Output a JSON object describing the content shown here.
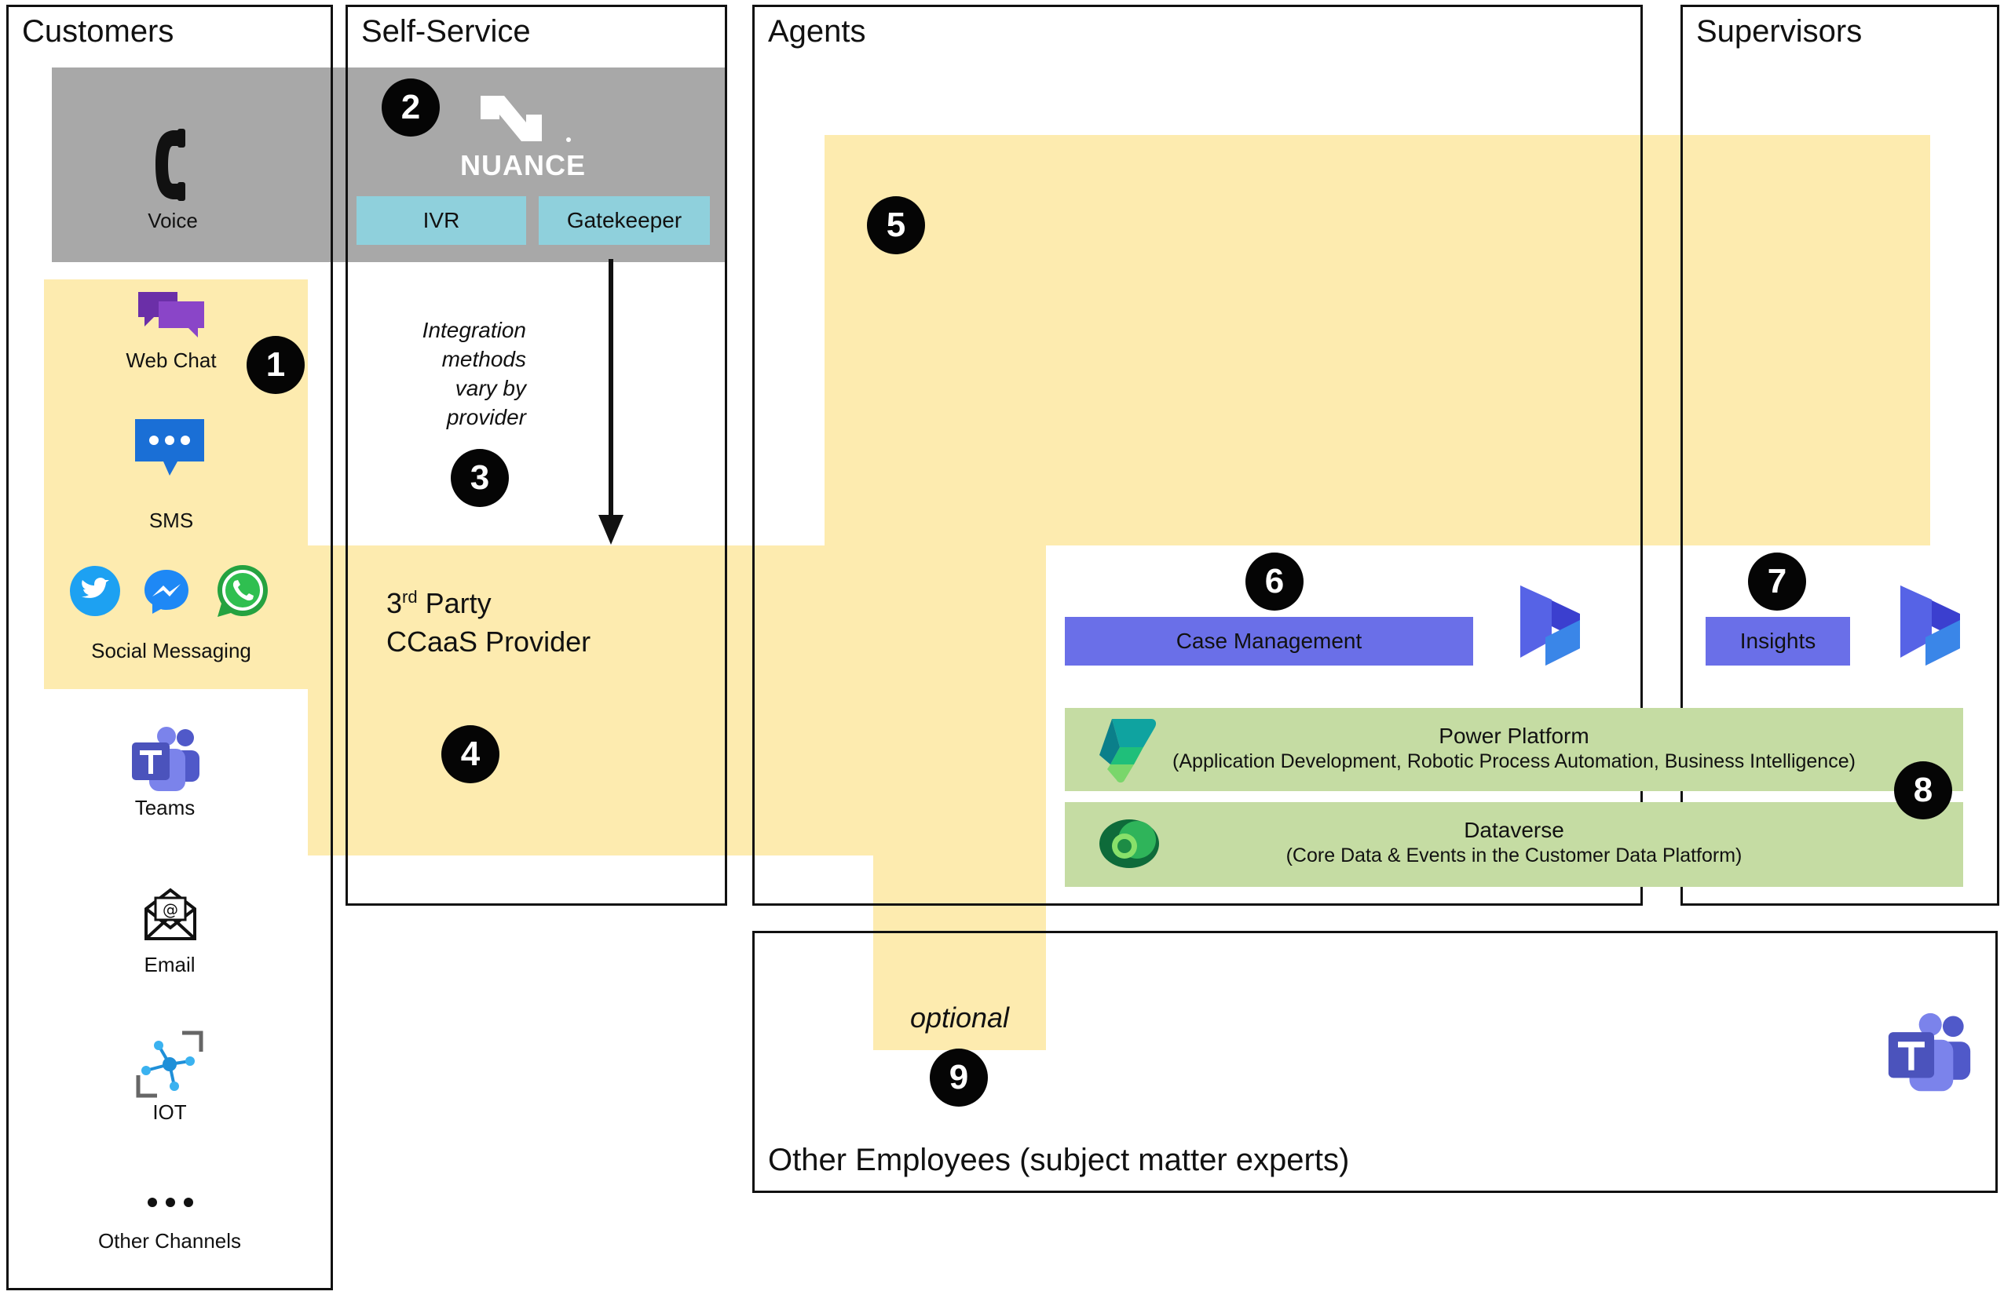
{
  "lanes": {
    "customers": "Customers",
    "self_service": "Self-Service",
    "agents": "Agents",
    "supervisors": "Supervisors",
    "other_employees": "Other Employees (subject matter experts)"
  },
  "channels": {
    "voice": "Voice",
    "web_chat": "Web Chat",
    "sms": "SMS",
    "social": "Social Messaging",
    "teams": "Teams",
    "email": "Email",
    "iot": "IOT",
    "other": "Other Channels"
  },
  "self_service": {
    "logo_text": "NUANCE",
    "ivr": "IVR",
    "gatekeeper": "Gatekeeper",
    "integration_note": [
      "Integration",
      "methods",
      "vary by",
      "provider"
    ]
  },
  "ccaas": {
    "line1_a": "3",
    "line1_sup": "rd",
    "line1_b": " Party",
    "line2": "CCaaS Provider"
  },
  "agents": {
    "case_management": "Case Management",
    "insights": "Insights",
    "power_platform_title": "Power Platform",
    "power_platform_desc": "(Application Development, Robotic Process Automation, Business Intelligence)",
    "dataverse_title": "Dataverse",
    "dataverse_desc": "(Core Data & Events in the Customer Data Platform)",
    "optional": "optional"
  },
  "badges": [
    "1",
    "2",
    "3",
    "4",
    "5",
    "6",
    "7",
    "8",
    "9"
  ],
  "colors": {
    "highlight_yellow": "#fde9a8",
    "voice_gray": "#a8a8a8",
    "teal_button": "#8fd0dc",
    "purple_button": "#6a6fe8",
    "green_bar": "#c5dca3",
    "badge_black": "#050505"
  },
  "icons": [
    "phone-icon",
    "nuance-logo",
    "chat-bubbles-icon",
    "sms-icon",
    "twitter-icon",
    "messenger-icon",
    "whatsapp-icon",
    "teams-icon",
    "email-icon",
    "iot-icon",
    "more-icon",
    "dynamics-icon",
    "power-platform-icon",
    "dataverse-icon"
  ]
}
